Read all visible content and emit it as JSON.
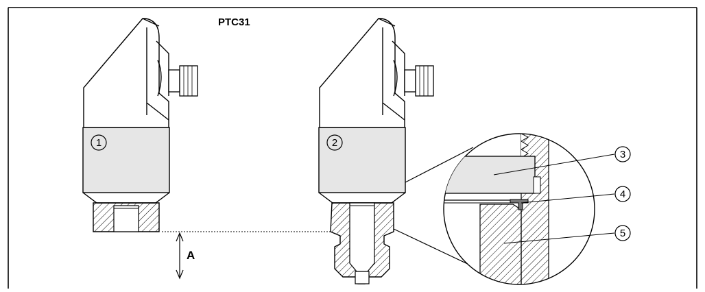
{
  "figure": {
    "title": "PTC31",
    "callouts": [
      "1",
      "2",
      "3",
      "4",
      "5"
    ],
    "dimension_label": "A"
  },
  "colors": {
    "housing_fill": "#e6e6e6",
    "line": "#000000",
    "background": "#ffffff"
  }
}
